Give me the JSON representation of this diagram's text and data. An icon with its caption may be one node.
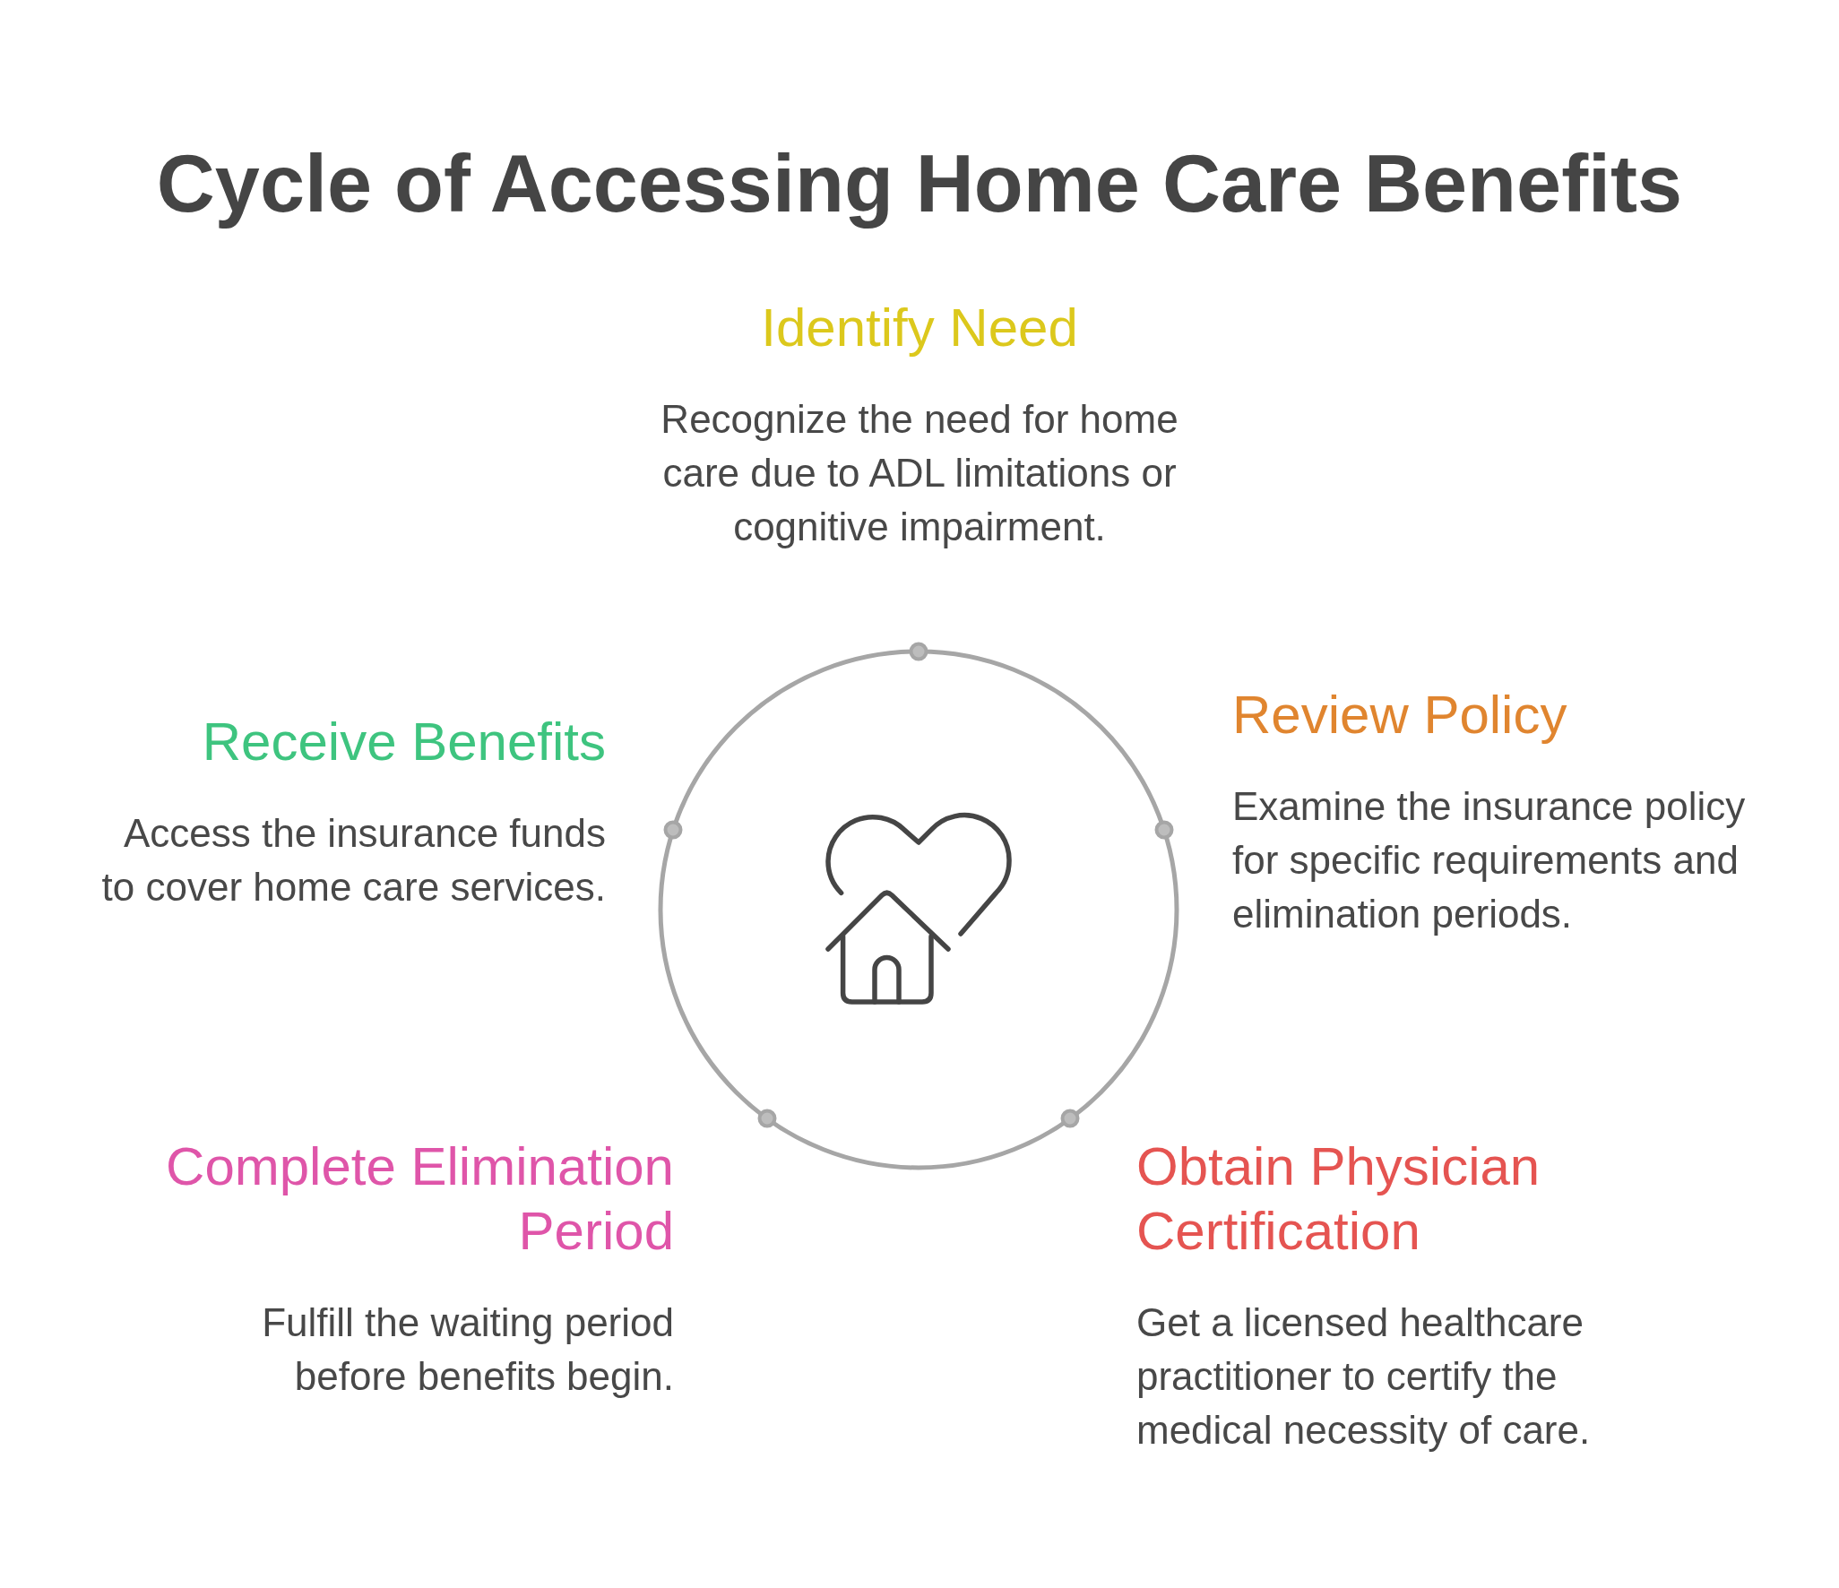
{
  "diagram": {
    "title": "Cycle of Accessing Home Care Benefits",
    "nodes": [
      {
        "text": [
          "Identify Need",
          "Recognize the need for home care due to ADL limitations or cognitive impairment."
        ]
      },
      {
        "text": [
          "Review Policy",
          "Examine the insurance policy for specific requirements and elimination periods."
        ]
      },
      {
        "text": [
          "Obtain Physician Certification",
          "Get a licensed healthcare practitioner to certify the medical necessity of care."
        ]
      },
      {
        "text": [
          "Complete Elimination Period",
          "Fulfill the waiting period before benefits begin."
        ]
      },
      {
        "text": [
          "Receive Benefits",
          "Access the insurance funds to cover home care services."
        ]
      }
    ]
  }
}
